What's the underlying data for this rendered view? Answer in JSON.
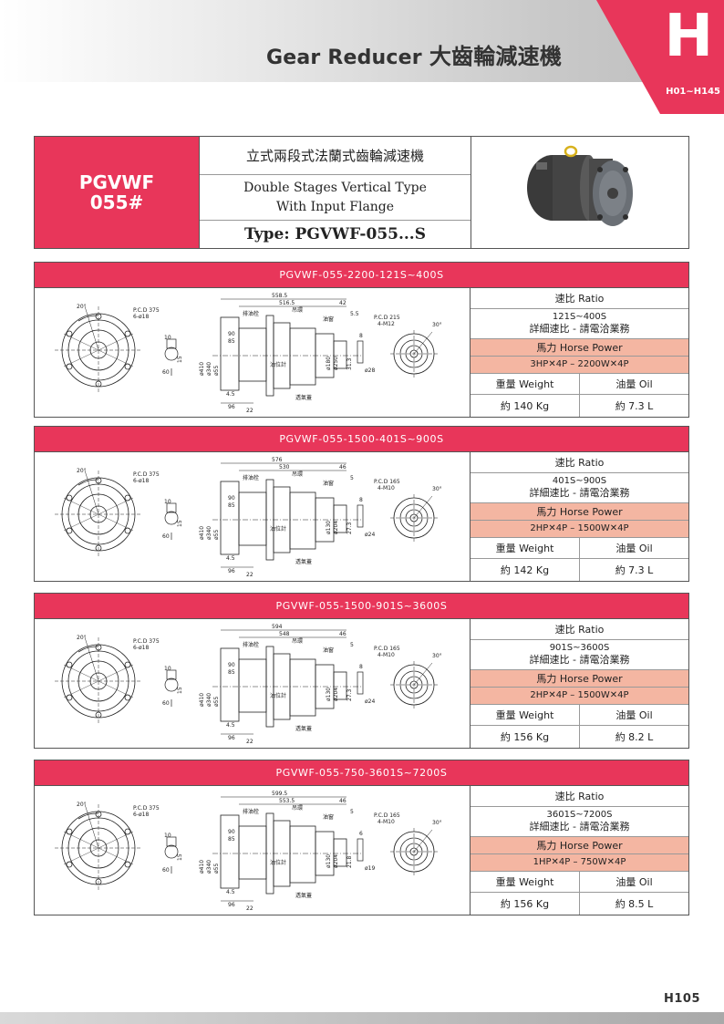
{
  "header": {
    "title_en": "Gear Reducer",
    "title_cn": "大齒輪減速機",
    "section_letter": "H",
    "page_range": "H01~H145"
  },
  "model": {
    "code_line1": "PGVWF",
    "code_line2": "055#",
    "desc_cn": "立式兩段式法蘭式齒輪減速機",
    "desc_en_line1": "Double Stages Vertical Type",
    "desc_en_line2": "With Input Flange",
    "type_label": "Type: PGVWF-055...S"
  },
  "spec_labels": {
    "ratio": "速比 Ratio",
    "ratio_detail": "詳細速比 - 請電洽業務",
    "horse_power": "馬力 Horse Power",
    "weight": "重量 Weight",
    "oil": "油量 Oil"
  },
  "drawing_labels": {
    "pcd_left": "P.C.D 375",
    "bolt_left": "6-ø18",
    "angle": "20°",
    "angle_right": "30°",
    "drain_plug": "排油栓",
    "lifting_ring": "吊環",
    "oil_window": "油窗",
    "oil_gauge": "油位計",
    "vent_cap": "透氣蓋",
    "outer_d": "ø410",
    "inner_d1": "ø340",
    "inner_d2": "ø55",
    "dim_90": "90",
    "dim_85": "85",
    "dim_4_5": "4.5",
    "dim_10": "10",
    "dim_60": "60",
    "dim_15": "15",
    "dim_5": "5",
    "dim_46": "46",
    "dim_22": "22",
    "dim_96": "96"
  },
  "sections": [
    {
      "title": "PGVWF-055-2200-121S~400S",
      "ratio": "121S~400S",
      "hp": "3HP✕4P – 2200W✕4P",
      "weight": "約 140 Kg",
      "oil": "約 7.3 L",
      "dim_total": "558.5",
      "dim_body": "516.5",
      "dim_top": "42",
      "dim_shift": "5.5",
      "pcd_right": "P.C.D 215",
      "bolt_right": "4-M12",
      "input_d1": "ø180",
      "input_d2": "ø250",
      "input_len": "31.3",
      "shaft_d": "ø28",
      "shaft_key": "8",
      "input_flange": "ø250"
    },
    {
      "title": "PGVWF-055-1500-401S~900S",
      "ratio": "401S~900S",
      "hp": "2HP✕4P – 1500W✕4P",
      "weight": "約 142 Kg",
      "oil": "約 7.3 L",
      "dim_total": "576",
      "dim_body": "530",
      "dim_top": "46",
      "dim_shift": "5",
      "pcd_right": "P.C.D 165",
      "bolt_right": "4-M10",
      "input_d1": "ø130",
      "input_d2": "ø204",
      "input_len": "27.3",
      "shaft_d": "ø24",
      "shaft_key": "8",
      "input_flange": "ø204"
    },
    {
      "title": "PGVWF-055-1500-901S~3600S",
      "ratio": "901S~3600S",
      "hp": "2HP✕4P – 1500W✕4P",
      "weight": "約 156 Kg",
      "oil": "約 8.2 L",
      "dim_total": "594",
      "dim_body": "548",
      "dim_top": "46",
      "dim_shift": "5",
      "pcd_right": "P.C.D 165",
      "bolt_right": "4-M10",
      "input_d1": "ø130",
      "input_d2": "ø204",
      "input_len": "27.3",
      "shaft_d": "ø24",
      "shaft_key": "8",
      "input_flange": "ø204"
    },
    {
      "title": "PGVWF-055-750-3601S~7200S",
      "ratio": "3601S~7200S",
      "hp": "1HP✕4P – 750W✕4P",
      "weight": "約 156 Kg",
      "oil": "約 8.5 L",
      "dim_total": "599.5",
      "dim_body": "553.5",
      "dim_top": "46",
      "dim_shift": "5",
      "pcd_right": "P.C.D 165",
      "bolt_right": "4-M10",
      "input_d1": "ø130",
      "input_d2": "ø204",
      "input_len": "21.8",
      "shaft_d": "ø19",
      "shaft_key": "6",
      "input_flange": "ø204"
    }
  ],
  "footer": {
    "page_number": "H105"
  },
  "colors": {
    "accent": "#e8365a",
    "highlight": "#f4b6a2"
  }
}
